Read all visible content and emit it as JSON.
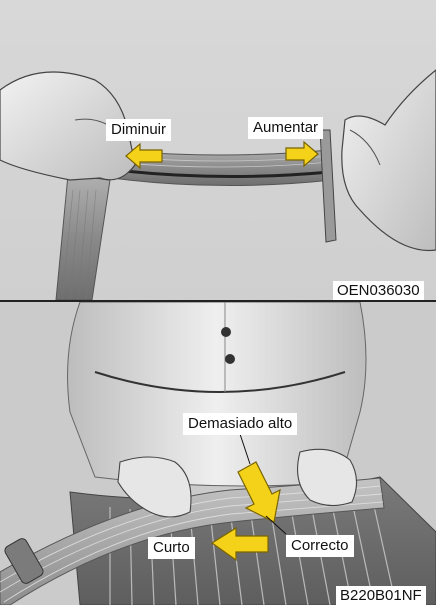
{
  "top_panel": {
    "label_left": "Diminuir",
    "label_right": "Aumentar",
    "code": "OEN036030"
  },
  "bottom_panel": {
    "label_top": "Demasiado alto",
    "label_left": "Curto",
    "label_right": "Correcto",
    "code": "B220B01NF"
  },
  "colors": {
    "arrow": "#f5d21a",
    "arrow_outline": "#7a6400",
    "belt": "#8f8f8f",
    "skin": "#e4e4e4"
  }
}
